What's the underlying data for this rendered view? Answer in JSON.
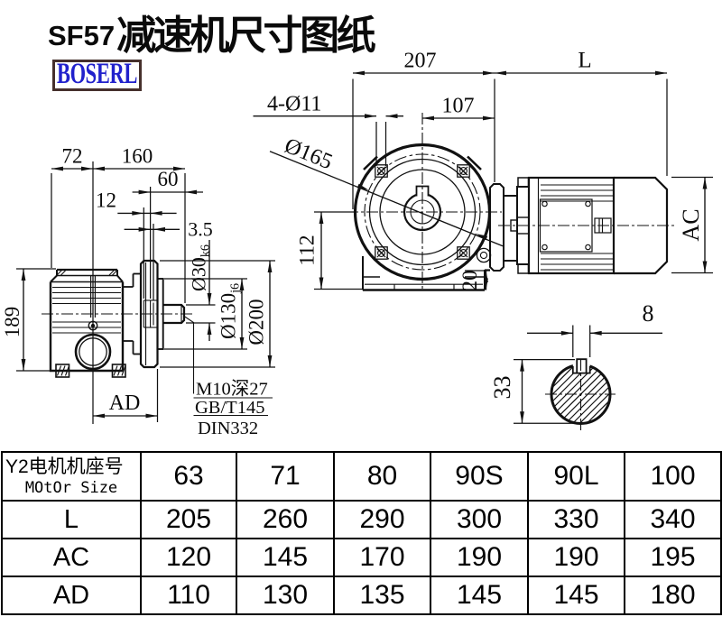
{
  "title": {
    "model": "SF57",
    "text": "减速机尺寸图纸"
  },
  "logo": {
    "text": "BOSERL",
    "text_color": "#2121cc",
    "border_color": "#46302c"
  },
  "drawing": {
    "dims": {
      "d72": "72",
      "d160": "160",
      "d60": "60",
      "d12": "12",
      "d35": "3.5",
      "d189": "189",
      "dAD": "AD",
      "dia30": "Ø30",
      "dia30_sub": "k6",
      "dia130": "Ø130",
      "dia130_sub": "j6",
      "dia200": "Ø200",
      "d207": "207",
      "dL": "L",
      "d107": "107",
      "holes": "4-Ø11",
      "dia165": "Ø165",
      "d112": "112",
      "dAC": "AC",
      "d20": "20",
      "d8": "8",
      "d33": "33"
    },
    "notes": [
      "M10深27",
      "GB/T145",
      "DIN332"
    ]
  },
  "table": {
    "header": {
      "label_zh": "Y2电机机座号",
      "label_en": "MOtOr Size",
      "sizes": [
        "63",
        "71",
        "80",
        "90S",
        "90L",
        "100"
      ]
    },
    "rows": [
      {
        "label": "L",
        "values": [
          "205",
          "260",
          "290",
          "300",
          "330",
          "340"
        ]
      },
      {
        "label": "AC",
        "values": [
          "120",
          "145",
          "170",
          "190",
          "190",
          "195"
        ]
      },
      {
        "label": "AD",
        "values": [
          "110",
          "130",
          "135",
          "145",
          "145",
          "180"
        ]
      }
    ]
  }
}
